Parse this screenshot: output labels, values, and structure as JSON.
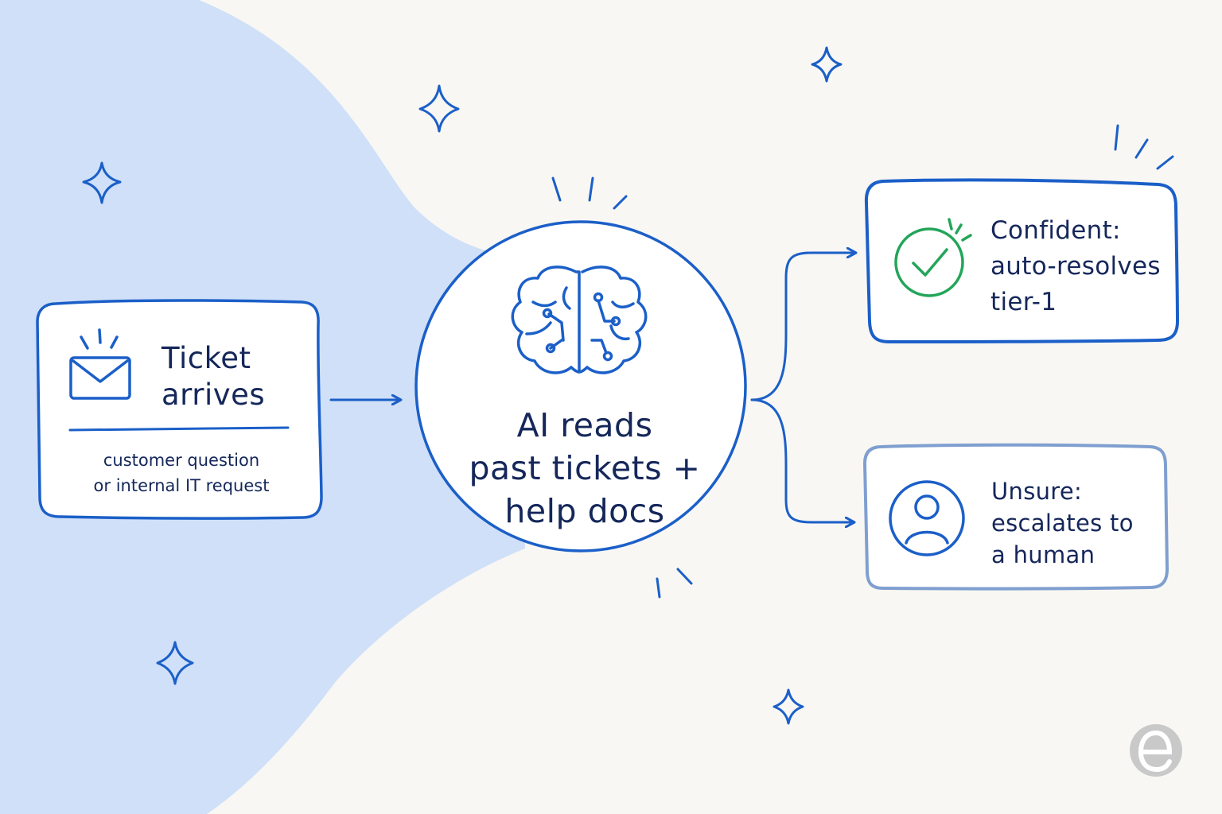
{
  "nodes": {
    "ticket": {
      "title_line1": "Ticket",
      "title_line2": "arrives",
      "sub_line1": "customer question",
      "sub_line2": "or internal IT request",
      "icon": "envelope-icon"
    },
    "ai": {
      "line1": "AI reads",
      "line2": "past tickets +",
      "line3": "help docs",
      "icon": "brain-icon"
    },
    "confident": {
      "line1": "Confident:",
      "line2": "auto-resolves",
      "line3": "tier-1",
      "icon": "checkmark-circle-icon"
    },
    "unsure": {
      "line1": "Unsure:",
      "line2": "escalates to",
      "line3": "a human",
      "icon": "user-icon"
    }
  },
  "edges": [
    {
      "from": "ticket",
      "to": "ai"
    },
    {
      "from": "ai",
      "to": "confident"
    },
    {
      "from": "ai",
      "to": "unsure"
    }
  ],
  "logo": {
    "icon": "brand-logo-icon"
  },
  "colors": {
    "background": "#f8f7f3",
    "blob": "#cfe0f8",
    "stroke": "#1b5fc8",
    "text": "#15275a",
    "success": "#23a55a",
    "muted_border": "#7f9fd0",
    "logo": "#c9c9c9"
  }
}
